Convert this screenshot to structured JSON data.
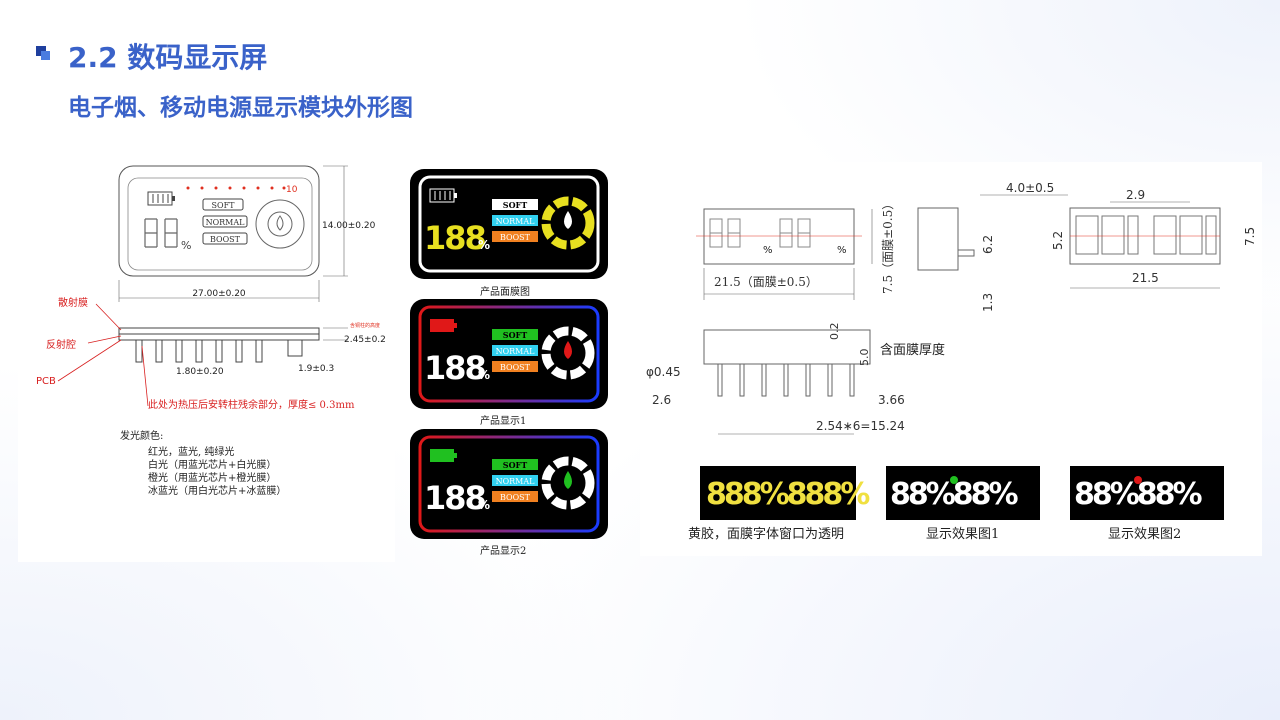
{
  "slide": {
    "title": "2.2 数码显示屏",
    "subtitle": "电子烟、移动电源显示模块外形图"
  },
  "left_drawing": {
    "height_dim": "14.00±0.20",
    "width_dim": "27.00±0.20",
    "thickness_dim": "2.45±0.2",
    "pin_pitch_dim": "1.80±0.20",
    "pin_len_dim": "1.9±0.3",
    "dot_number": "10",
    "small_note": "含铜柱的高度",
    "label_heat_film": "散射膜",
    "label_reflector": "反射腔",
    "label_pcb": "PCB",
    "heat_note": "此处为热压后安转柱残余部分，厚度≤ 0.3mm",
    "mode_soft": "SOFT",
    "mode_normal": "NORMAL",
    "mode_boost": "BOOST",
    "percent": "%",
    "colors_title": "发光颜色:",
    "colors_lines": [
      "红光，蓝光, 纯绿光",
      "白光（用蓝光芯片+白光膜）",
      "橙光（用蓝光芯片+橙光膜）",
      "冰蓝光（用白光芯片+冰蓝膜）"
    ]
  },
  "products": [
    {
      "caption": "产品面膜图",
      "digits": "188",
      "accent": "#e8e020",
      "frame": "#ffffff",
      "battery": "#ffffff"
    },
    {
      "caption": "产品显示1",
      "digits": "188",
      "accent": "#e01818",
      "frame": "#e01818",
      "battery": "#e01818"
    },
    {
      "caption": "产品显示2",
      "digits": "188",
      "accent": "#20c020",
      "frame": "#e01818",
      "battery": "#20c020"
    }
  ],
  "right_drawing": {
    "dim_top_module_vertical": "7.5（面膜±0.5）",
    "dim_width_front": "21.5（面膜±0.5）",
    "dim_side_top": "4.0±0.5",
    "dim_side_62": "6.2",
    "dim_side_13": "1.3",
    "dim_back_29": "2.9",
    "dim_back_52": "5.2",
    "dim_back_75": "7.5",
    "dim_back_215": "21.5",
    "dim_02": "0.2",
    "dim_50": "5.0",
    "label_thickness": "含面膜厚度",
    "dim_pin_dia": "φ0.45",
    "dim_26": "2.6",
    "dim_366": "3.66",
    "dim_pitch": "2.54∗6=15.24",
    "caption_yellow": "黄胶，面膜字体窗口为透明",
    "caption_effect1": "显示效果图1",
    "caption_effect2": "显示效果图2"
  },
  "colors": {
    "title_blue": "#3a62c9",
    "yellow": "#f0e040",
    "green": "#20c020",
    "red": "#e01818",
    "orange": "#f08020",
    "ice_blue": "#30d0f0",
    "blue_frame": "#1a3cff"
  }
}
